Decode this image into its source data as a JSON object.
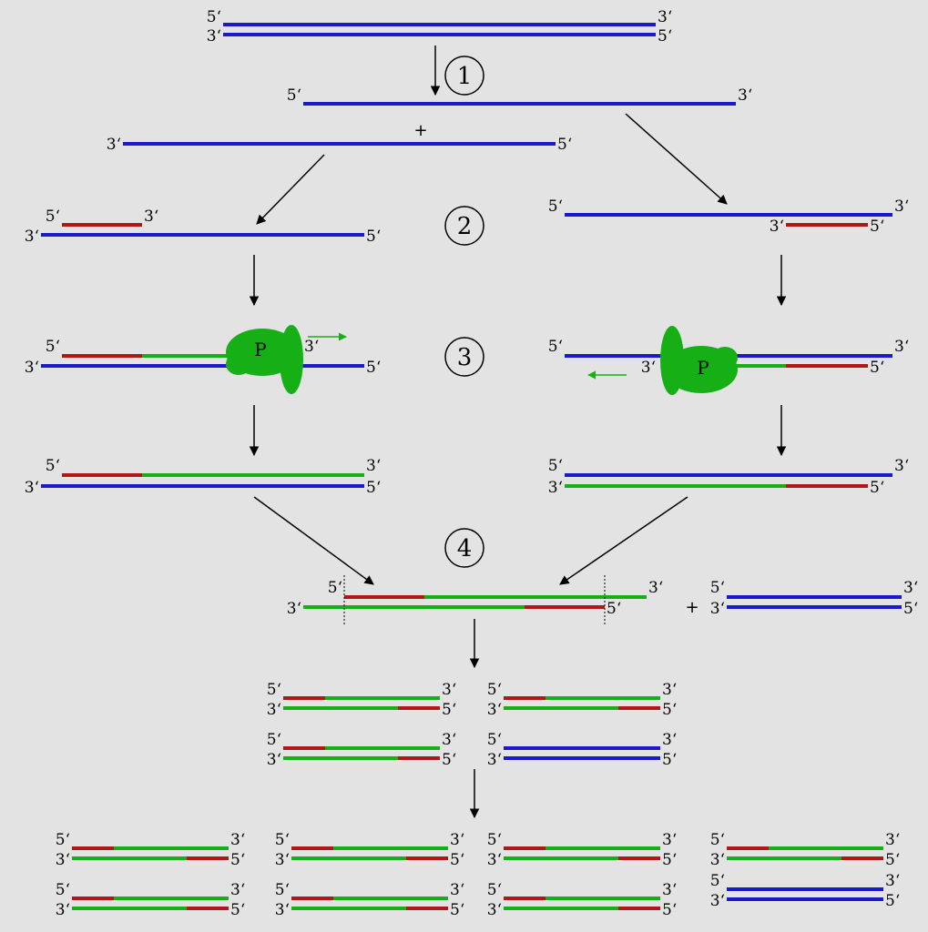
{
  "labels": {
    "five_prime": "5‘",
    "three_prime": "3‘",
    "plus": "+",
    "enzyme": "P"
  },
  "steps": [
    "1",
    "2",
    "3",
    "4"
  ],
  "colors": {
    "template_strand": "#1a1acc",
    "primer": "#b01818",
    "new_strand": "#16b016",
    "polymerase": "#16b016",
    "arrow": "#000000",
    "background": "#e3e3e3"
  },
  "icons": [
    "down-arrow-icon",
    "diagonal-arrow-icon",
    "polymerase-icon",
    "direction-arrow-icon",
    "step-number-icon",
    "cut-line-icon"
  ]
}
